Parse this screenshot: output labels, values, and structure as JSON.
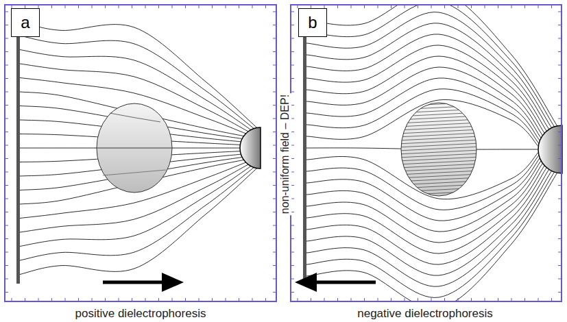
{
  "diagram": {
    "nodes": [
      {
        "text": [
          "a"
        ]
      },
      {
        "text": [
          "b"
        ]
      }
    ],
    "labels": [
      "positive dielectrophoresis",
      "non-uniform field – DEP!",
      "negative dielectrophoresis"
    ]
  }
}
